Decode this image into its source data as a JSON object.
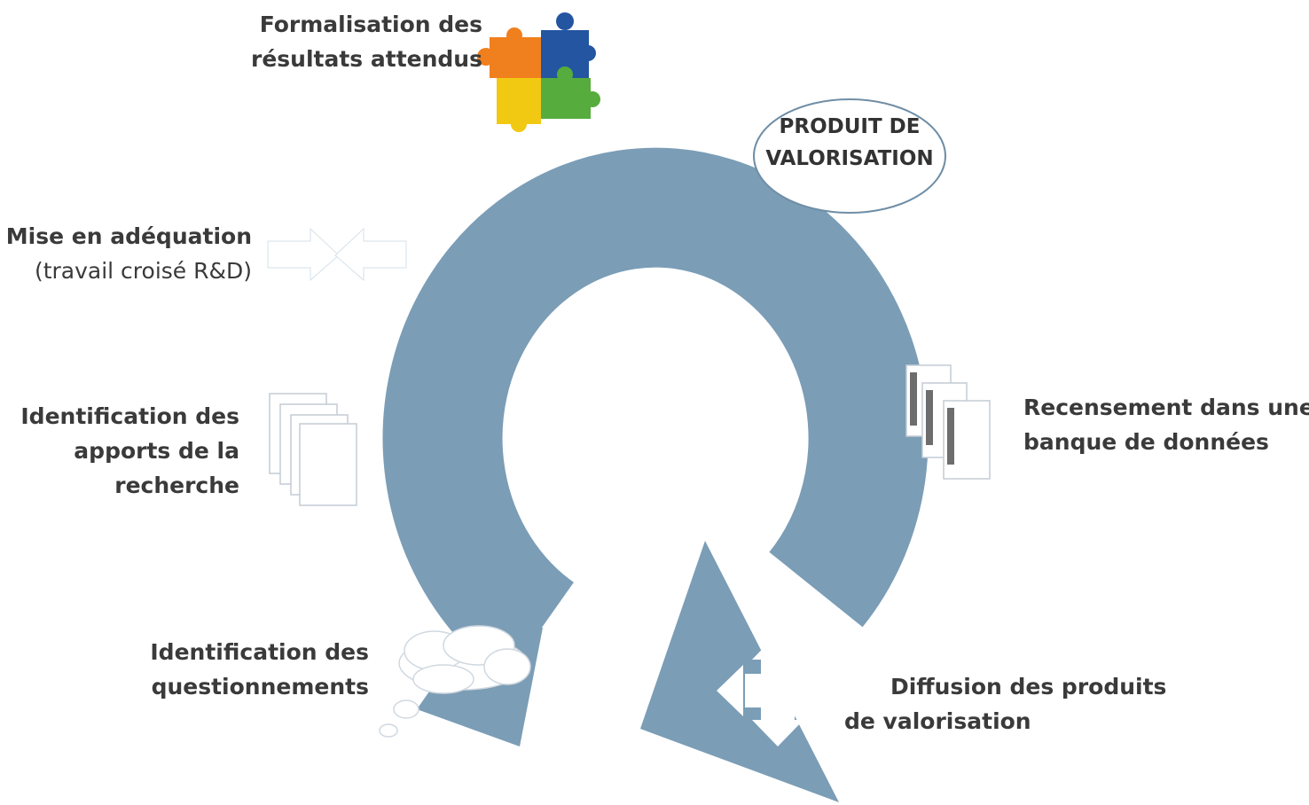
{
  "diagram": {
    "center_label": {
      "line1": "PRODUIT DE",
      "line2": "VALORISATION"
    },
    "steps": [
      {
        "line1": "Formalisation des",
        "line2": "résultats attendus"
      },
      {
        "line1": "Mise en adéquation",
        "line2": "(travail croisé R&D)"
      },
      {
        "line1": "Identification des",
        "line2": "apports de la",
        "line3": "recherche"
      },
      {
        "line1": "Identification des",
        "line2": "questionnements"
      },
      {
        "line1": "Diffusion des produits",
        "line2": "de valorisation"
      },
      {
        "line1": "Recensement dans une",
        "line2": "banque de données"
      }
    ],
    "colors": {
      "cycle_arrow": "#7b9db6",
      "text": "#3a3a3a"
    },
    "icons": [
      "puzzle-icon",
      "converging-arrows-icon",
      "documents-icon",
      "thought-cloud-icon",
      "four-way-arrows-icon",
      "barcode-documents-icon"
    ]
  }
}
